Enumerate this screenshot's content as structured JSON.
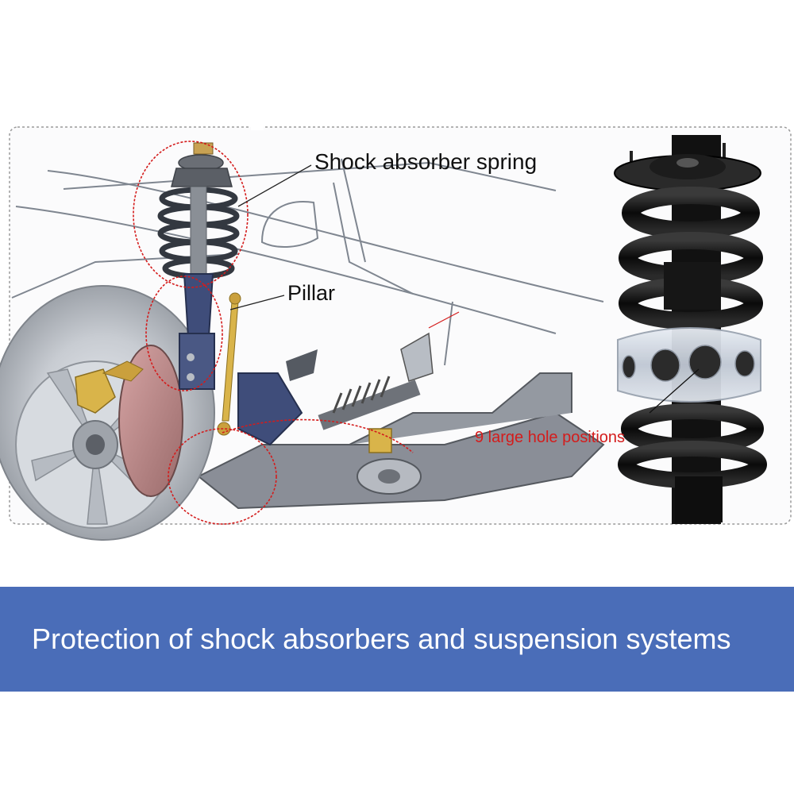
{
  "labels": {
    "shock_absorber_spring": "Shock absorber spring",
    "pillar": "Pillar",
    "hole_positions": "9 large hole positions"
  },
  "banner": {
    "text": "Protection of shock absorbers and suspension systems"
  },
  "icons": [
    "strut-assembly-illustration",
    "wheel-hub-illustration",
    "coil-spring-buffer-photo"
  ],
  "colors": {
    "banner": "#4a6db8",
    "callout_red": "#d41c1c",
    "label_dark": "#111111"
  }
}
